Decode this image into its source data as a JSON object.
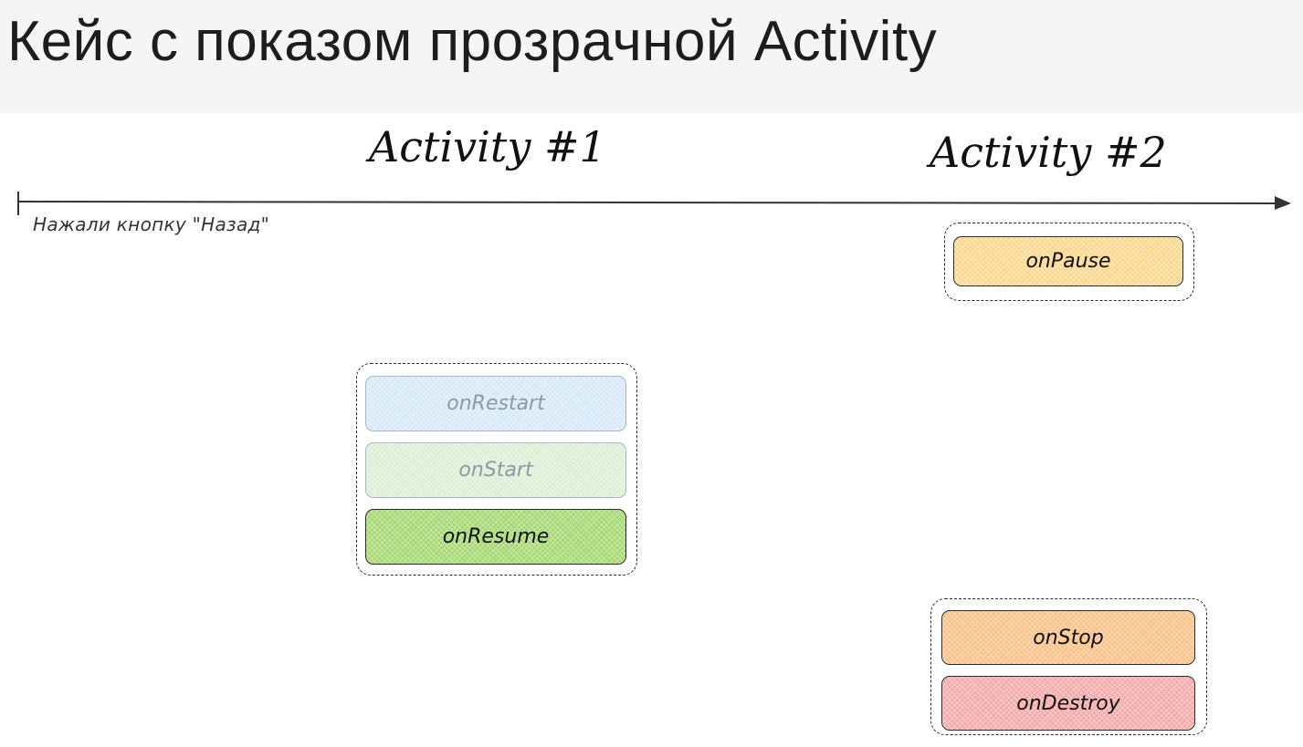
{
  "slide": {
    "title": "Кейс с  показом  прозрачной  Activity"
  },
  "columns": {
    "activity1": "Activity #1",
    "activity2": "Activity #2"
  },
  "timeline": {
    "note": "Нажали кнопку \"Назад\""
  },
  "callbacks": {
    "activity2_top": [
      "onPause"
    ],
    "activity1": [
      "onRestart",
      "onStart",
      "onResume"
    ],
    "activity2_bottom": [
      "onStop",
      "onDestroy"
    ]
  },
  "colors": {
    "onPause": "#fbd78e",
    "onRestart": "#d7e9f9",
    "onStart": "#dcefd5",
    "onResume": "#a6d872",
    "onStop": "#f9c287",
    "onDestroy": "#f4a9a9"
  }
}
